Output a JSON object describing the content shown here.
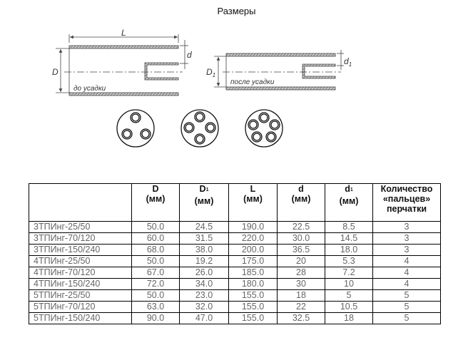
{
  "title": "Размеры",
  "drawing": {
    "before": {
      "label_L": "L",
      "label_D": "D",
      "label_d": "d",
      "caption": "до усадки"
    },
    "after": {
      "label_D1": "D",
      "label_d1": "d",
      "sub": "1",
      "caption": "после усадки"
    },
    "glove_fingers": [
      3,
      4,
      5
    ]
  },
  "table": {
    "headers": [
      {
        "main": "",
        "sub": "",
        "unit": ""
      },
      {
        "main": "D",
        "sub": "",
        "unit": "(мм)"
      },
      {
        "main": "D",
        "sub": "1",
        "unit": "(мм)"
      },
      {
        "main": "L",
        "sub": "",
        "unit": "(мм)"
      },
      {
        "main": "d",
        "sub": "",
        "unit": "(мм)"
      },
      {
        "main": "d",
        "sub": "1",
        "unit": "(мм)"
      },
      {
        "main": "Количество «пальцев» перчатки",
        "sub": "",
        "unit": ""
      }
    ],
    "rows": [
      [
        "3ТПИнг-25/50",
        "50.0",
        "24.5",
        "190.0",
        "22.5",
        "8.5",
        "3"
      ],
      [
        "3ТПИнг-70/120",
        "60.0",
        "31.5",
        "220.0",
        "30.0",
        "14.5",
        "3"
      ],
      [
        "3ТПИнг-150/240",
        "68.0",
        "38.0",
        "200.0",
        "36.5",
        "18.0",
        "3"
      ],
      [
        "4ТПИнг-25/50",
        "50.0",
        "19.2",
        "175.0",
        "20",
        "5.3",
        "4"
      ],
      [
        "4ТПИнг-70/120",
        "67.0",
        "26.0",
        "185.0",
        "28",
        "7.2",
        "4"
      ],
      [
        "4ТПИнг-150/240",
        "72.0",
        "34.0",
        "180.0",
        "30",
        "10",
        "4"
      ],
      [
        "5ТПИнг-25/50",
        "50.0",
        "23.0",
        "155.0",
        "18",
        "5",
        "5"
      ],
      [
        "5ТПИнг-70/120",
        "63.0",
        "32.0",
        "155.0",
        "22",
        "10.5",
        "5"
      ],
      [
        "5ТПИнг-150/240",
        "90.0",
        "47.0",
        "155.0",
        "32.5",
        "18",
        "5"
      ]
    ]
  }
}
